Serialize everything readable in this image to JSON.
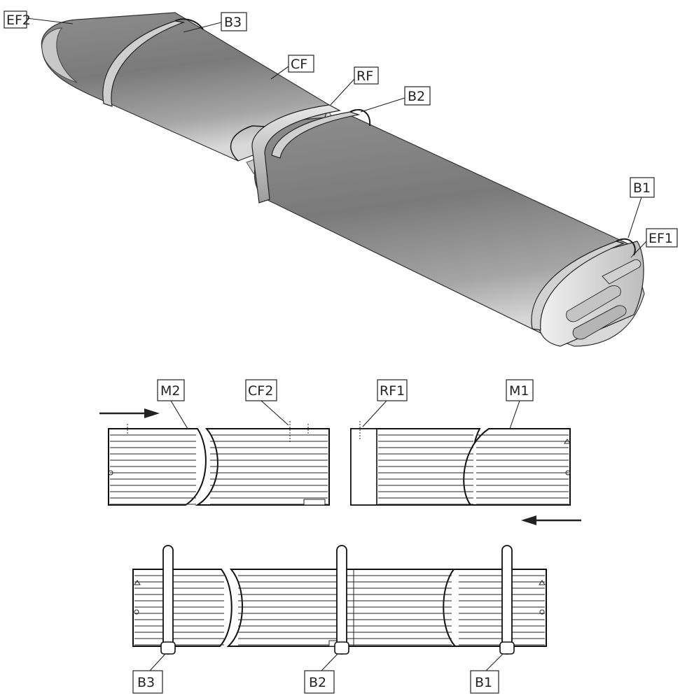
{
  "labels": {
    "ef2": "EF2",
    "b3_top": "B3",
    "cf": "CF",
    "rf": "RF",
    "b2_top": "B2",
    "b1_top": "B1",
    "ef1": "EF1",
    "m2": "M2",
    "cf2": "CF2",
    "rf1": "RF1",
    "m1": "M1",
    "b3_bottom": "B3",
    "b2_bottom": "B2",
    "b1_bottom": "B1"
  },
  "colors": {
    "tube_dark": "#6f6f6f",
    "tube_mid": "#9a9a9a",
    "tube_light": "#d4d4d4",
    "ink": "#1a1a1a"
  }
}
